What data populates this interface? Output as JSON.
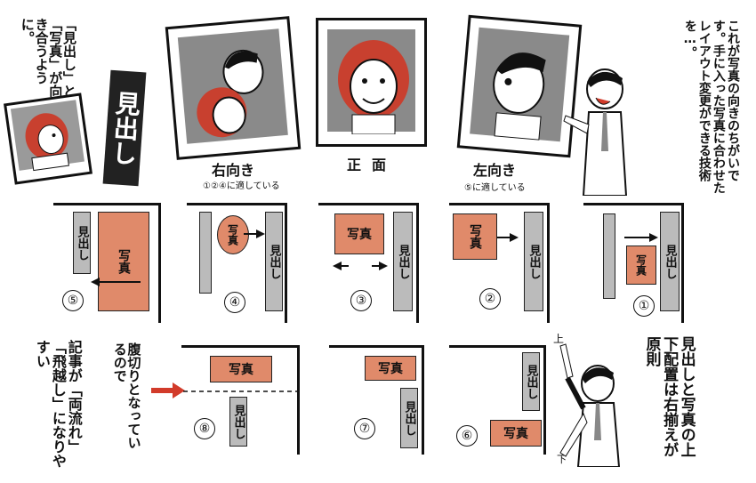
{
  "top_left": {
    "note": "「見出し」と「写真」が向き合うように。",
    "big_label": "見出し"
  },
  "portraits": {
    "right": {
      "caption": "右向き",
      "note": "①②④に適している"
    },
    "front": {
      "caption": "正面"
    },
    "left": {
      "caption": "左向き",
      "note": "⑤に適している"
    }
  },
  "top_right_note": "これが写真の向きのちがいです。手に入った写真に合わせたレイアウト変更ができる技術を…。",
  "labels": {
    "midashi": "見出し",
    "shashin": "写真"
  },
  "layouts": [
    {
      "num": "⑤"
    },
    {
      "num": "④"
    },
    {
      "num": "③"
    },
    {
      "num": "②"
    },
    {
      "num": "①"
    },
    {
      "num": "⑧"
    },
    {
      "num": "⑦"
    },
    {
      "num": "⑥"
    }
  ],
  "bottom_left_note_a": "腹切りとなっているので",
  "bottom_left_note_b": "記事が「両流れ」「飛越し」になりやすい",
  "bottom_right_note": "見出しと写真の上下配置は右揃えが原則",
  "figure_labels": {
    "up": "上",
    "down": "下"
  },
  "colors": {
    "photo": "#e08a6a",
    "midashi": "#bbbbbb",
    "arrow_red": "#d23b2a"
  }
}
